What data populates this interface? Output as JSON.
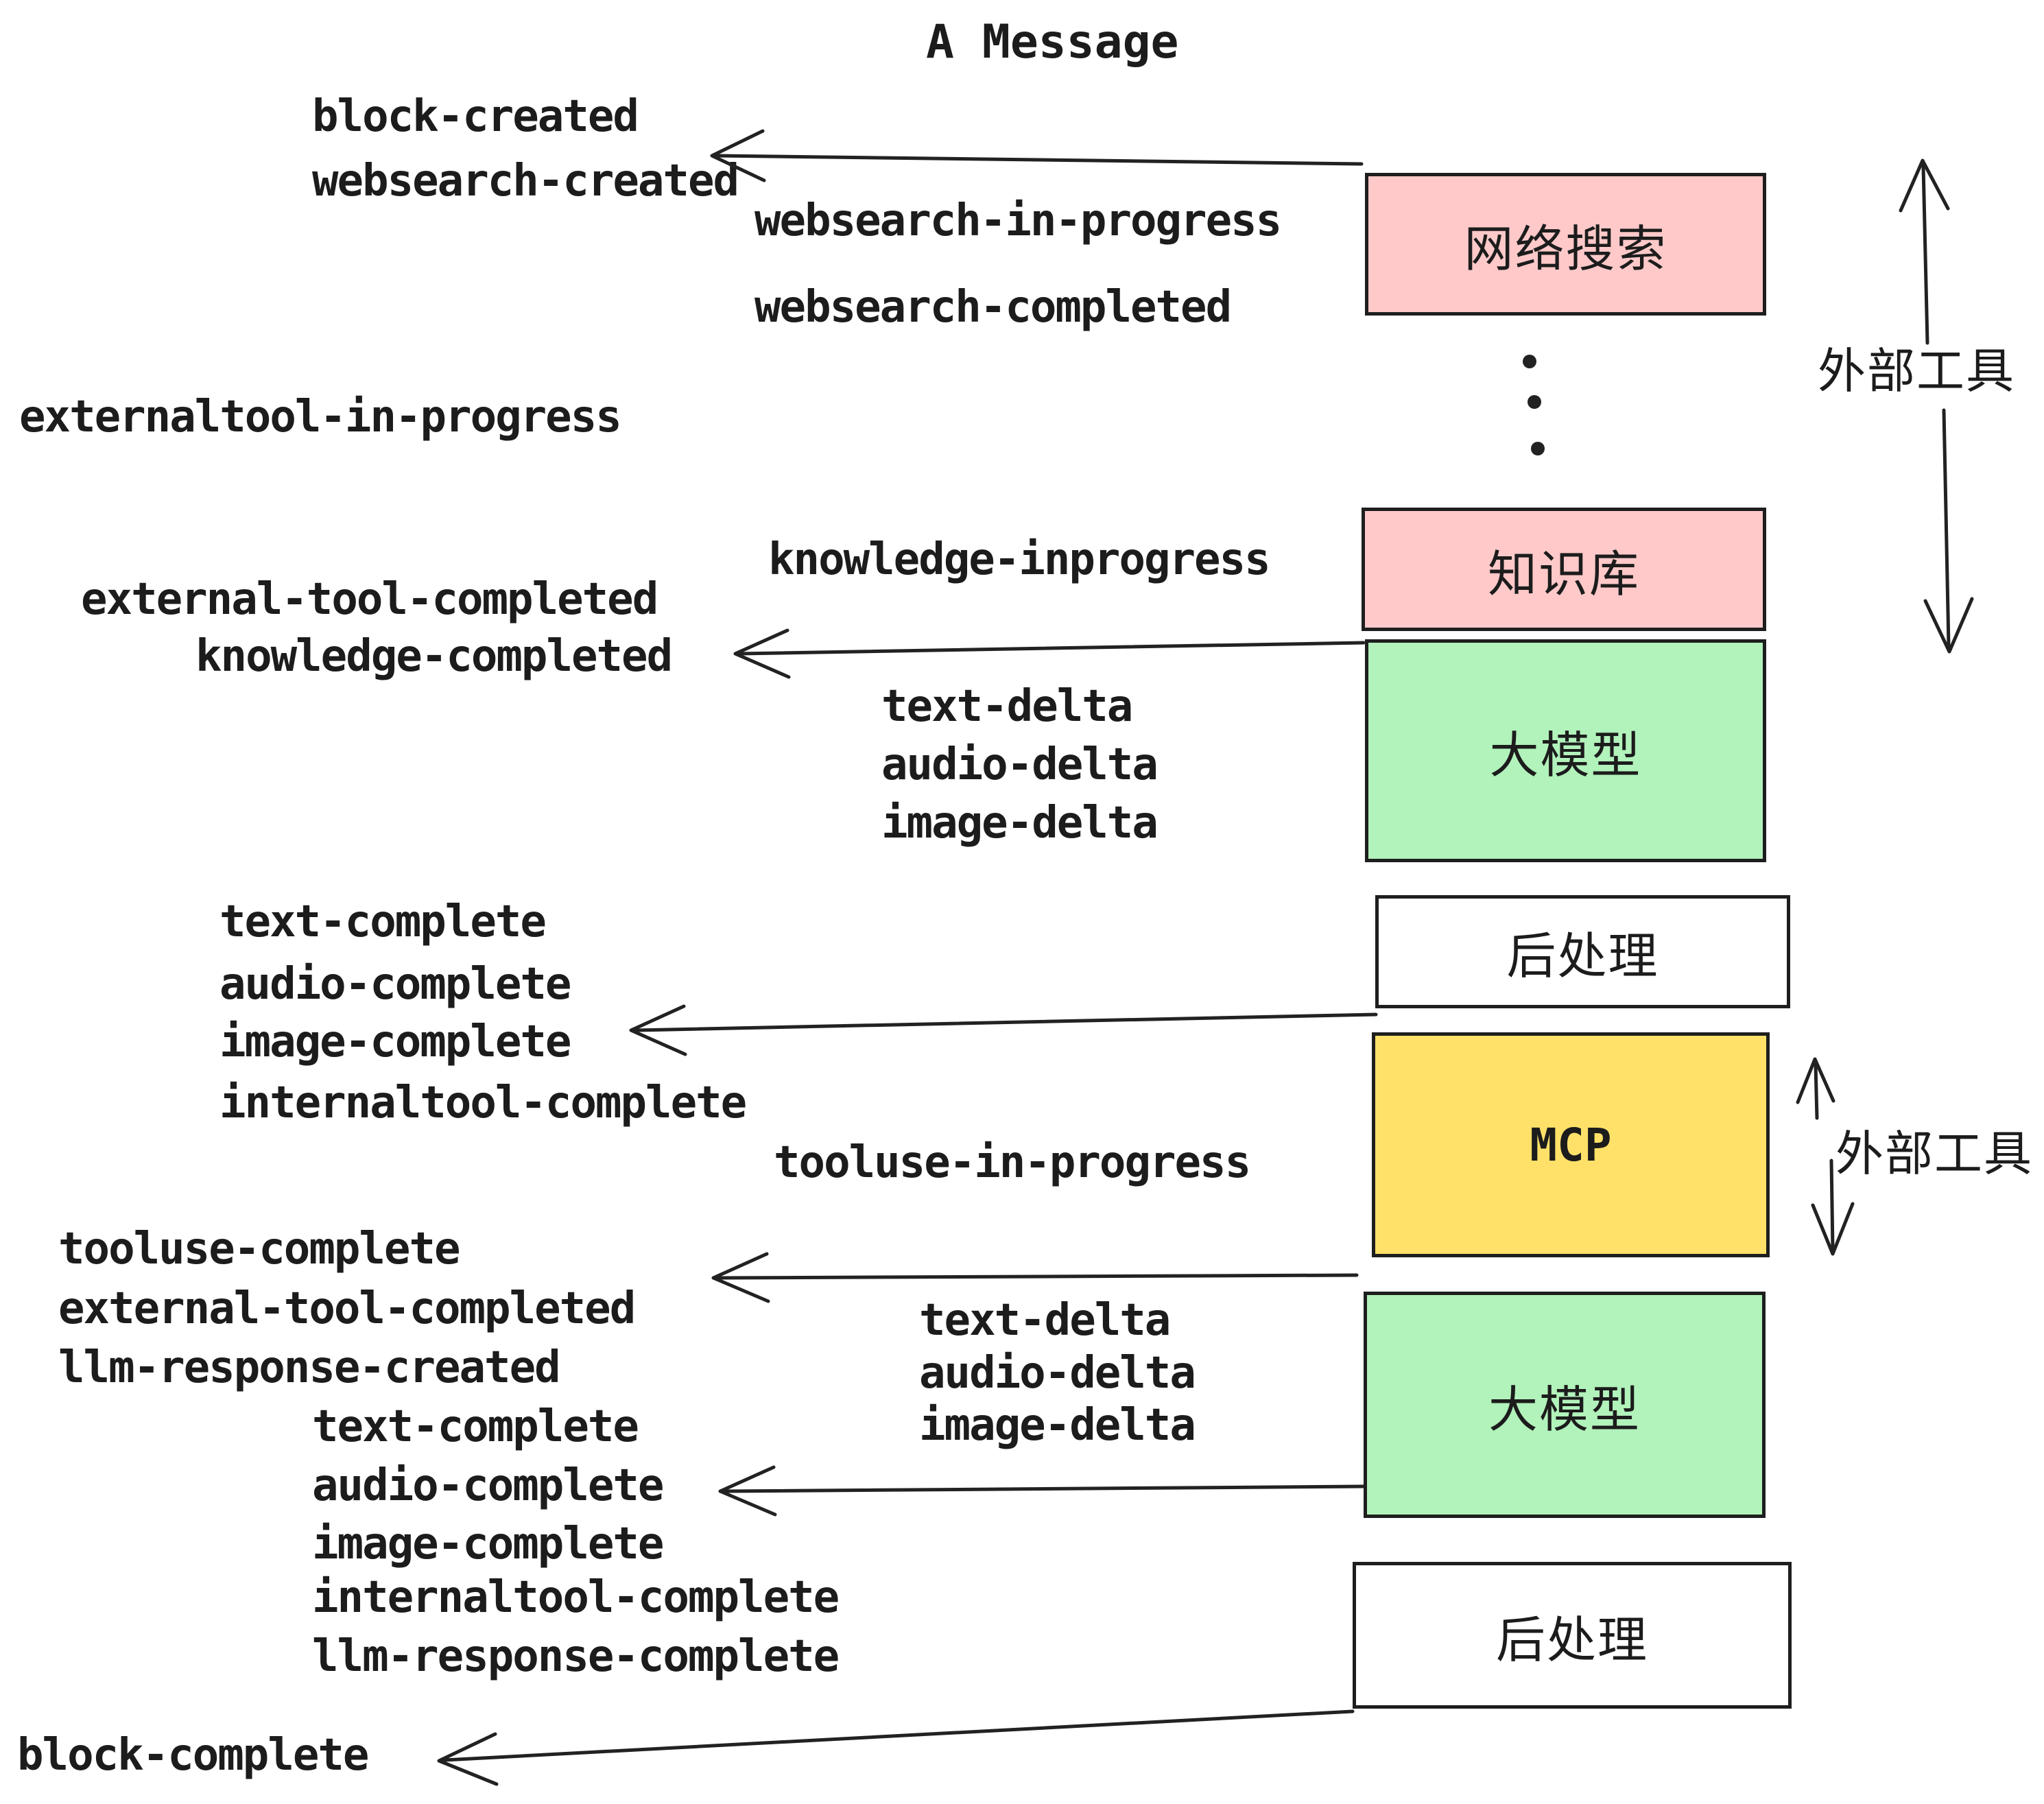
{
  "title": "A Message",
  "colors": {
    "pink": "#ffc9c9",
    "green": "#b2f2bb",
    "yellow": "#ffe169",
    "box_border": "#1e1e1e",
    "text": "#1c1c1c"
  },
  "boxes": [
    {
      "label": "网络搜索",
      "color": "#ffc9c9"
    },
    {
      "label": "知识库",
      "color": "#ffc9c9"
    },
    {
      "label": "大模型",
      "color": "#b2f2bb"
    },
    {
      "label": "后处理",
      "color": "#ffffff"
    },
    {
      "label": "MCP",
      "color": "#ffe169"
    },
    {
      "label": "大模型",
      "color": "#b2f2bb"
    },
    {
      "label": "后处理",
      "color": "#ffffff"
    }
  ],
  "annotations": [
    {
      "text": "外部工具"
    },
    {
      "text": "外部工具"
    }
  ],
  "events": [
    {
      "text": "block-created"
    },
    {
      "text": "websearch-created"
    },
    {
      "text": "websearch-in-progress"
    },
    {
      "text": "websearch-completed"
    },
    {
      "text": "externaltool-in-progress"
    },
    {
      "text": "knowledge-inprogress"
    },
    {
      "text": "external-tool-completed"
    },
    {
      "text": "knowledge-completed"
    },
    {
      "text": "text-delta"
    },
    {
      "text": "audio-delta"
    },
    {
      "text": "image-delta"
    },
    {
      "text": "text-complete"
    },
    {
      "text": "audio-complete"
    },
    {
      "text": "image-complete"
    },
    {
      "text": "internaltool-complete"
    },
    {
      "text": "tooluse-in-progress"
    },
    {
      "text": "tooluse-complete"
    },
    {
      "text": "external-tool-completed"
    },
    {
      "text": "llm-response-created"
    },
    {
      "text": "text-complete"
    },
    {
      "text": "audio-complete"
    },
    {
      "text": "image-complete"
    },
    {
      "text": "internaltool-complete"
    },
    {
      "text": "llm-response-complete"
    },
    {
      "text": "text-delta"
    },
    {
      "text": "audio-delta"
    },
    {
      "text": "image-delta"
    },
    {
      "text": "block-complete"
    }
  ]
}
